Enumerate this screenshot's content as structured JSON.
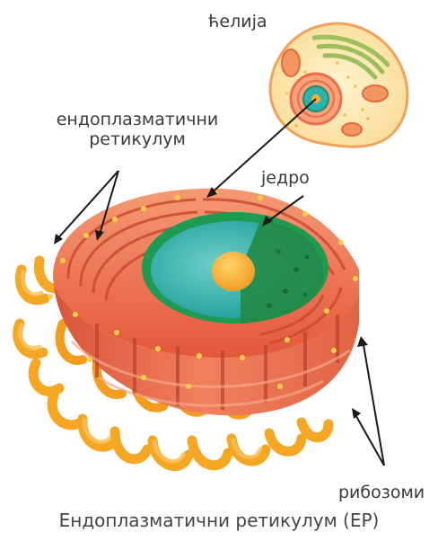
{
  "labels": {
    "cell": "ћелија",
    "er_line1": "ендоплазматични",
    "er_line2": "ретикулум",
    "nucleus": "једро",
    "ribosomes": "рибозоми"
  },
  "caption": "Ендоплазматични ретикулум (ЕР)",
  "colors": {
    "er_body": "#ec6a4a",
    "er_light": "#f59a72",
    "er_dark": "#c94a32",
    "nucleus_teal": "#2bb3b0",
    "nucleus_green": "#1e9a52",
    "nucleolus": "#f7b033",
    "ribosome_tubes": "#f5a623",
    "cell_fill": "#fcebb8",
    "cell_outline": "#f0a25a"
  }
}
